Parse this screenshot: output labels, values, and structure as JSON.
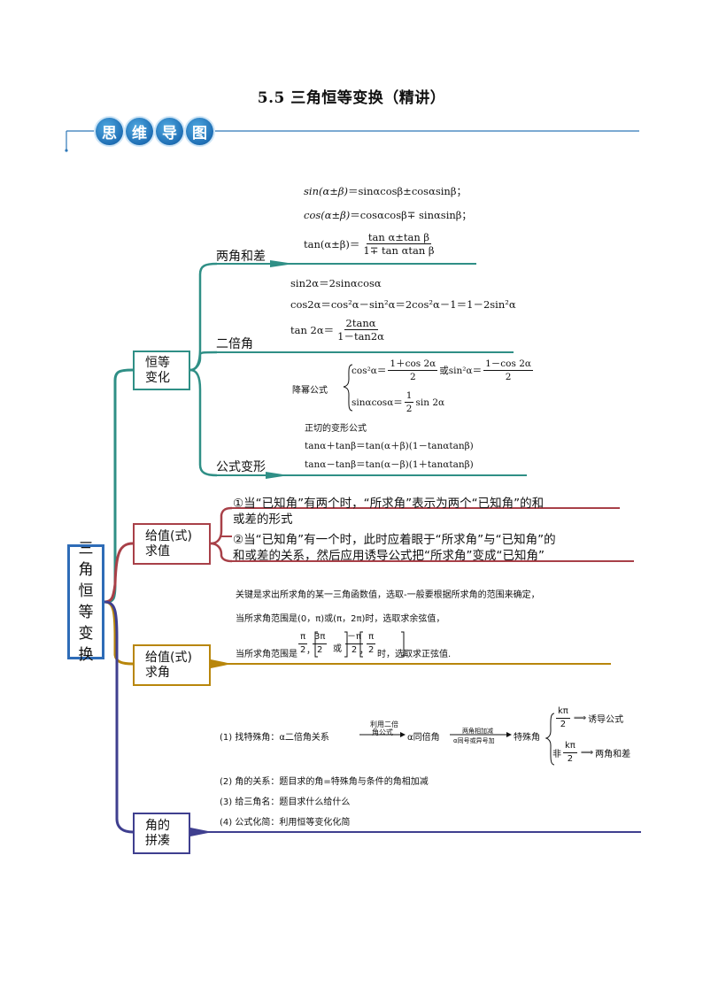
{
  "title": "5.5 三角恒等变换（精讲）",
  "header_badges": [
    "思",
    "维",
    "导",
    "图"
  ],
  "colors": {
    "teal": "#2f8f86",
    "red": "#a84048",
    "gold": "#b8860b",
    "indigo": "#3f3f8f",
    "blue": "#2e6cb7"
  },
  "root": {
    "lines": [
      "三",
      "角",
      "恒",
      "等",
      "变",
      "换"
    ]
  },
  "branch1": {
    "box": [
      "恒等",
      "变化"
    ],
    "sub1": {
      "label": "两角和差",
      "f1_lhs": "sin(α±β)",
      "f1_rhs": "＝sinαcosβ±cosαsinβ；",
      "f2_lhs": "cos(α±β)",
      "f2_rhs": "＝cosαcosβ∓ sinαsinβ；",
      "f3_lhs": "tan(α±β)＝",
      "f3_num": "tan α±tan β",
      "f3_den": "1∓ tan αtan β"
    },
    "sub2": {
      "label": "二倍角",
      "f1": "sin2α＝2sinαcosα",
      "f2": "cos2α＝cos²α－sin²α＝2cos²α－1＝1－2sin²α",
      "f3_lhs": "tan 2α＝",
      "f3_num": "2tanα",
      "f3_den": "1－tan2α"
    },
    "sub3": {
      "label": "公式变形",
      "reduce_title": "降幂公式",
      "r1_a": "cos²α＝",
      "r1_num1": "1＋cos 2α",
      "r1_den1": "2",
      "r1_b": "或sin²α＝",
      "r1_num2": "1－cos 2α",
      "r1_den2": "2",
      "r2_a": "sinαcosα＝",
      "r2_num": "1",
      "r2_den": "2",
      "r2_b": "sin 2α",
      "tan_title": "正切的变形公式",
      "t1": "tanα＋tanβ＝tan(α＋β)(1－tanαtanβ)",
      "t2": "tanα－tanβ＝tan(α－β)(1＋tanαtanβ)"
    }
  },
  "branch2": {
    "box": [
      "给值(式)",
      "求值"
    ],
    "p1": [
      "①当“已知角”有两个时，“所求角”表示为两个“已知角”的和",
      "或差的形式"
    ],
    "p2": [
      "②当“已知角”有一个时，此时应着眼于“所求角”与“已知角”的",
      "和或差的关系，然后应用诱导公式把“所求角”变成“已知角”"
    ]
  },
  "branch3": {
    "box": [
      "给值(式)",
      "求角"
    ],
    "l1": "关键是求出所求角的某一三角函数值，选取-一般要根据所求角的范围来确定，",
    "l2": "当所求角范围是(0，π)或(π，2π)时，选取求余弦值，",
    "l3_a": "当所求角范围是",
    "i1_n1": "π",
    "i1_d1": "2",
    "i1_n2": "3π",
    "i1_d2": "2",
    "l3_b": "或",
    "i2_n1": "－π",
    "i2_d1": "2",
    "i2_n2": "π",
    "i2_d2": "2",
    "l3_c": "时，选取求正弦值."
  },
  "branch4": {
    "box": [
      "角的",
      "拼凑"
    ],
    "s1_a": "(1) 找特殊角：α二倍角关系",
    "s1_arrow1_top": "利用二倍",
    "s1_arrow1_bot": "角公式",
    "s1_b": "α同倍角",
    "s1_arrow2_top": "两角相加减",
    "s1_arrow2_bot": "α同号或异号加",
    "s1_c": "特殊角",
    "k1_num": "kπ",
    "k1_den": "2",
    "k1_res": "诱导公式",
    "k2_pre": "非",
    "k2_num": "kπ",
    "k2_den": "2",
    "k2_res": "两角和差",
    "s2": "(2) 角的关系：题目求的角=特殊角与条件的角相加减",
    "s3": "(3) 给三角名：题目求什么给什么",
    "s4": "(4) 公式化简：利用恒等变化化简"
  }
}
